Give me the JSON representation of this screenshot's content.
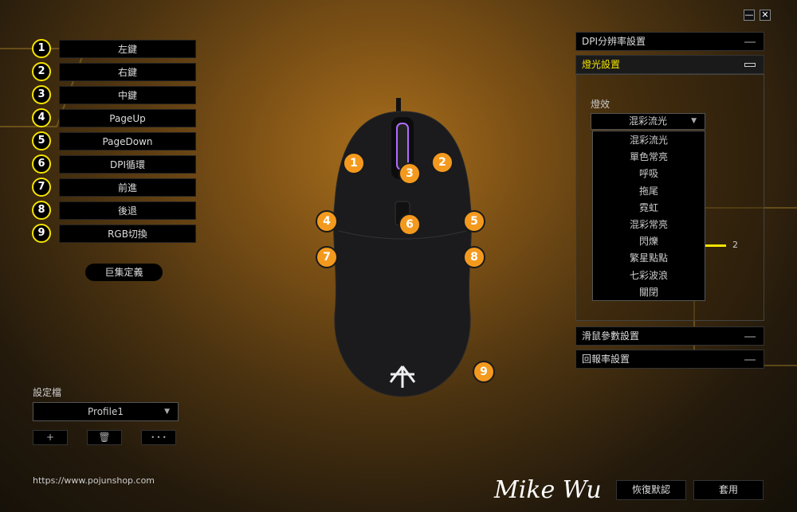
{
  "window": {
    "minimize": "—",
    "close": "✕"
  },
  "buttons": [
    {
      "num": "1",
      "label": "左鍵"
    },
    {
      "num": "2",
      "label": "右鍵"
    },
    {
      "num": "3",
      "label": "中鍵"
    },
    {
      "num": "4",
      "label": "PageUp"
    },
    {
      "num": "5",
      "label": "PageDown"
    },
    {
      "num": "6",
      "label": "DPI循環"
    },
    {
      "num": "7",
      "label": "前進"
    },
    {
      "num": "8",
      "label": "後退"
    },
    {
      "num": "9",
      "label": "RGB切換"
    }
  ],
  "macro_label": "巨集定義",
  "profile": {
    "label": "設定檔",
    "value": "Profile1",
    "add": "+",
    "delete_icon": "trash-icon",
    "more": "• • •"
  },
  "website": "https://www.pojunshop.com",
  "panels": {
    "dpi": "DPI分辨率設置",
    "light": "燈光設置",
    "mouse": "滑鼠參數設置",
    "polling": "回報率設置"
  },
  "light": {
    "effect_label": "燈效",
    "effect_value": "混彩流光",
    "slider_value": "2",
    "options": [
      "混彩流光",
      "單色常亮",
      "呼吸",
      "拖尾",
      "霓虹",
      "混彩常亮",
      "閃爍",
      "繁星點點",
      "七彩波浪",
      "關閉"
    ]
  },
  "footer": {
    "restore": "恢復默認",
    "apply": "套用"
  },
  "watermark": "Mike Wu",
  "colors": {
    "accent": "#f5e400",
    "marker": "#f39a1e"
  }
}
